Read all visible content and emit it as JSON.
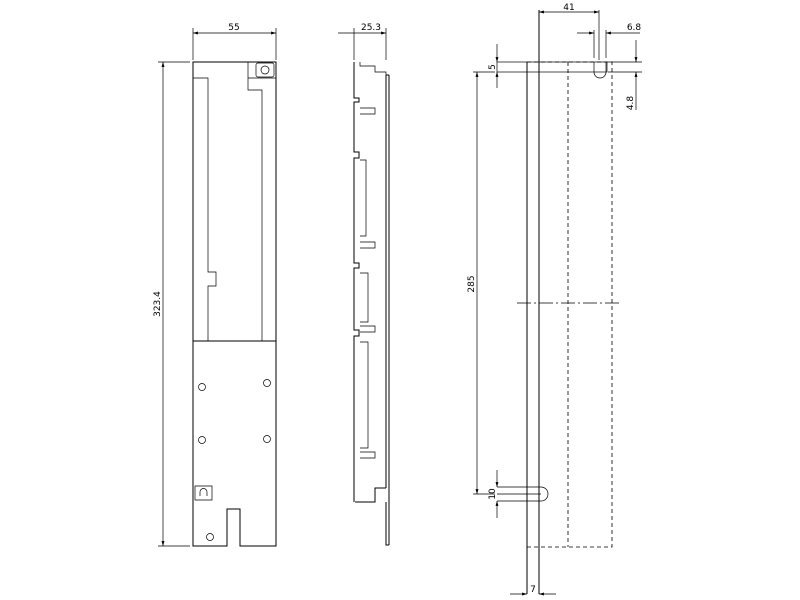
{
  "dimensions": {
    "front_width": "55",
    "front_height": "323.4",
    "side_width": "25.3",
    "rear_width": "41",
    "rear_slot_width": "6.8",
    "rear_top_offset": "5",
    "rear_slot_height": "4.8",
    "rear_hole_spacing": "285",
    "rear_bottom_slot": "10",
    "rear_edge_offset": "7"
  },
  "colors": {
    "line": "#000000",
    "background": "#ffffff"
  }
}
